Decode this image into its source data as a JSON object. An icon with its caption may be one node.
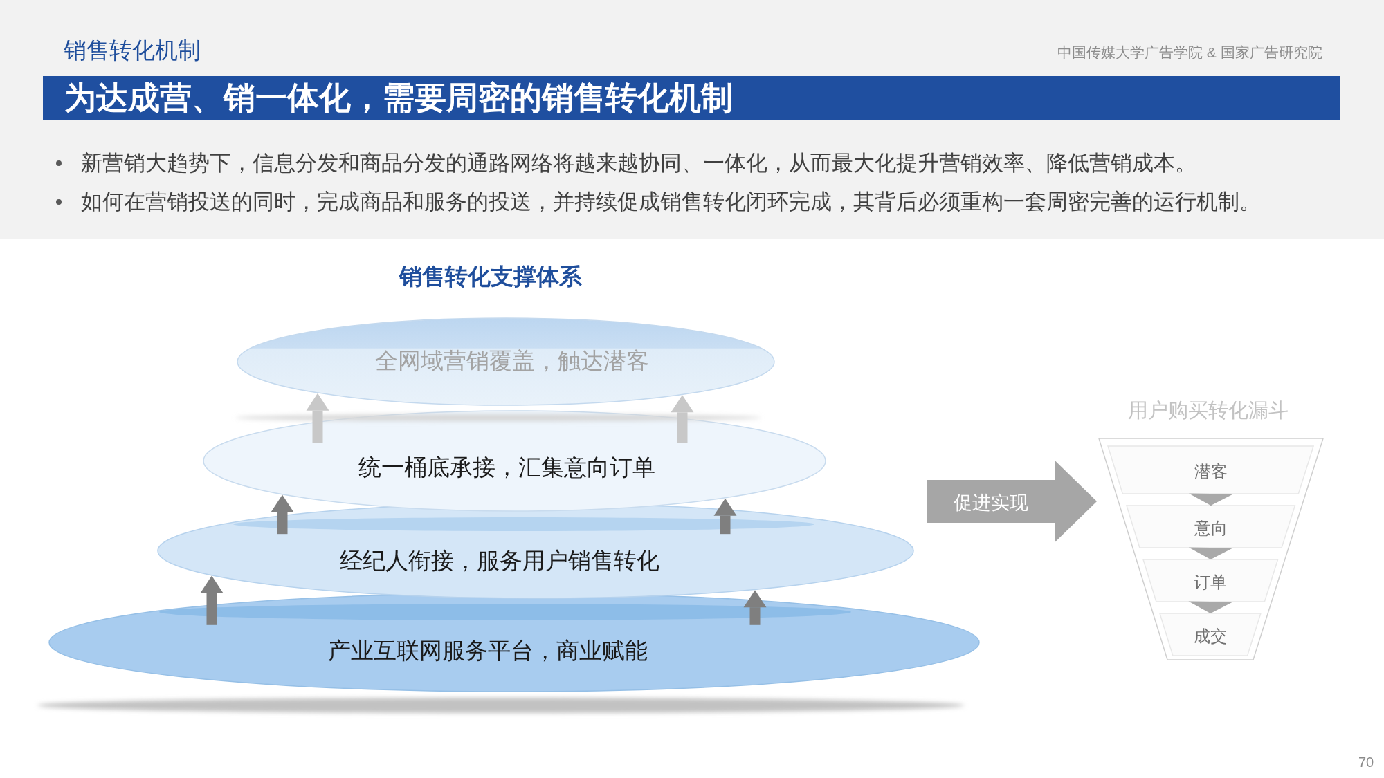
{
  "diagram": {
    "title": "为达成营、销一体化，需要周密的销售转化机制",
    "nodes": [
      {
        "text": [
          "全网域营销覆盖，触达潜客"
        ]
      },
      {
        "text": [
          "统一桶底承接，汇集意向订单"
        ]
      },
      {
        "text": [
          "经纪人衔接，服务用户销售转化"
        ]
      },
      {
        "text": [
          "产业互联网服务平台，商业赋能"
        ]
      },
      {
        "text": [
          "用户购买转化漏斗"
        ]
      },
      {
        "text": [
          "潜客"
        ],
        "in": 4
      },
      {
        "text": [
          "意向"
        ],
        "in": 4
      },
      {
        "text": [
          "订单"
        ],
        "in": 4
      },
      {
        "text": [
          "成交"
        ],
        "in": 4
      }
    ],
    "edges": [
      {
        "from": 3,
        "to": 2,
        "arrow": "to"
      },
      {
        "from": 3,
        "to": 2,
        "arrow": "to"
      },
      {
        "from": 2,
        "to": 1,
        "arrow": "to"
      },
      {
        "from": 2,
        "to": 1,
        "arrow": "to"
      },
      {
        "from": 1,
        "to": 0,
        "arrow": "to",
        "color": "#c8c8c8"
      },
      {
        "from": 1,
        "to": 0,
        "arrow": "to",
        "color": "#c8c8c8"
      },
      {
        "from": null,
        "to": 4,
        "arrow": "to",
        "label": "促进实现",
        "style": "thick",
        "color": "#a6a6a6"
      },
      {
        "from": 5,
        "to": 6,
        "arrow": "to",
        "color": "#a9a9a9"
      },
      {
        "from": 6,
        "to": 7,
        "arrow": "to",
        "color": "#a9a9a9"
      },
      {
        "from": 7,
        "to": 8,
        "arrow": "to",
        "color": "#a9a9a9"
      }
    ],
    "labels": [
      "销售转化机制",
      "中国传媒大学广告学院 & 国家广告研究院",
      "新营销大趋势下，信息分发和商品分发的通路网络将越来越协同、一体化，从而最大化提升营销效率、降低营销成本。",
      "如何在营销投送的同时，完成商品和服务的投送，并持续促成销售转化闭环完成，其背后必须重构一套周密完善的运行机制。",
      "销售转化支撑体系",
      "70"
    ]
  }
}
